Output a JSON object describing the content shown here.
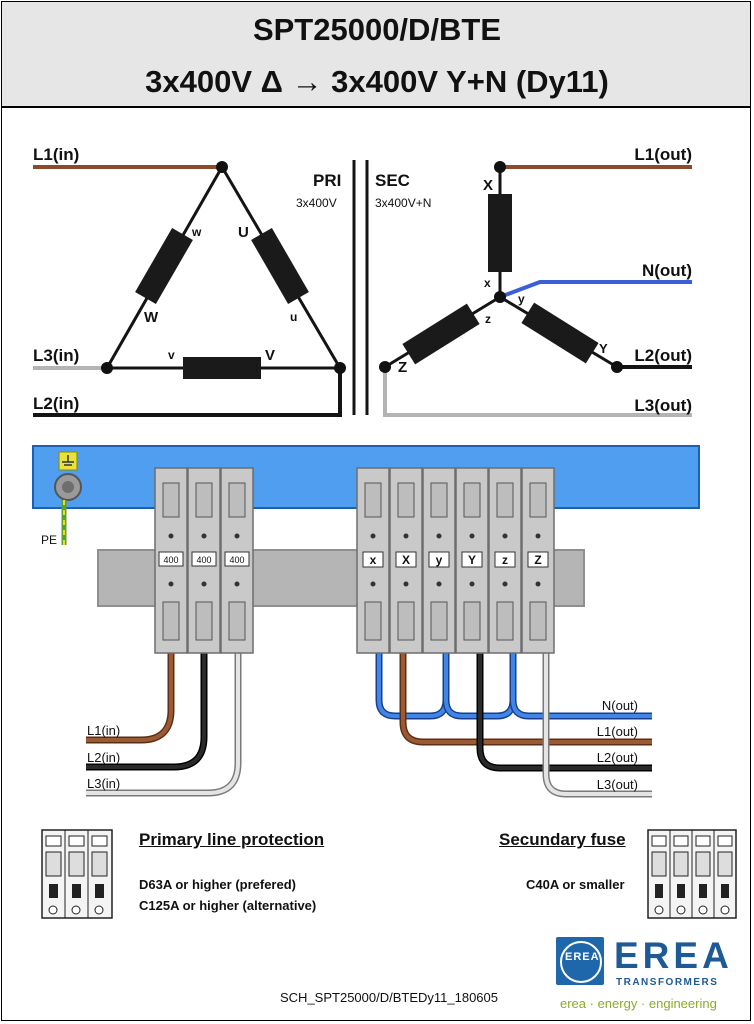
{
  "header": {
    "model": "SPT25000/D/BTE",
    "config": "3x400V Δ → 3x400V Y+N  (Dy11)"
  },
  "diagram": {
    "primary": {
      "title": "PRI",
      "voltage": "3x400V"
    },
    "secondary": {
      "title": "SEC",
      "voltage": "3x400V+N"
    },
    "delta_windings": {
      "w": "w",
      "W": "W",
      "U": "U",
      "u": "u",
      "v": "v",
      "V": "V"
    },
    "star_windings": {
      "X": "X",
      "x": "x",
      "y": "y",
      "Y": "Y",
      "z": "z",
      "Z": "Z"
    },
    "inputs": [
      "L1(in)",
      "L3(in)",
      "L2(in)"
    ],
    "outputs": [
      "L1(out)",
      "N(out)",
      "L2(out)",
      "L3(out)"
    ],
    "colors": {
      "brown": "#8b4a2b",
      "black": "#141414",
      "grey": "#b4b4b4",
      "blue": "#3a5fd8",
      "rail": "#4f9ef0"
    }
  },
  "terminals": {
    "pe_label": "PE",
    "input_tags": [
      "400",
      "400",
      "400"
    ],
    "output_tags": [
      "x",
      "X",
      "y",
      "Y",
      "z",
      "Z"
    ],
    "input_wires": [
      "L1(in)",
      "L2(in)",
      "L3(in)"
    ],
    "output_wires": [
      "N(out)",
      "L1(out)",
      "L2(out)",
      "L3(out)"
    ]
  },
  "notes": {
    "primary_title": "Primary line protection",
    "primary_line1": "D63A or higher (prefered)",
    "primary_line2": "C125A or higher (alternative)",
    "secondary_title": "Secundary fuse",
    "secondary_line1": "C40A or smaller"
  },
  "footer": {
    "doc_id": "SCH_SPT25000/D/BTEDy11_180605",
    "logo_badge": "EREA",
    "brand": "EREA",
    "brand_sub": "TRANSFORMERS",
    "tagline": "erea · energy · engineering"
  }
}
